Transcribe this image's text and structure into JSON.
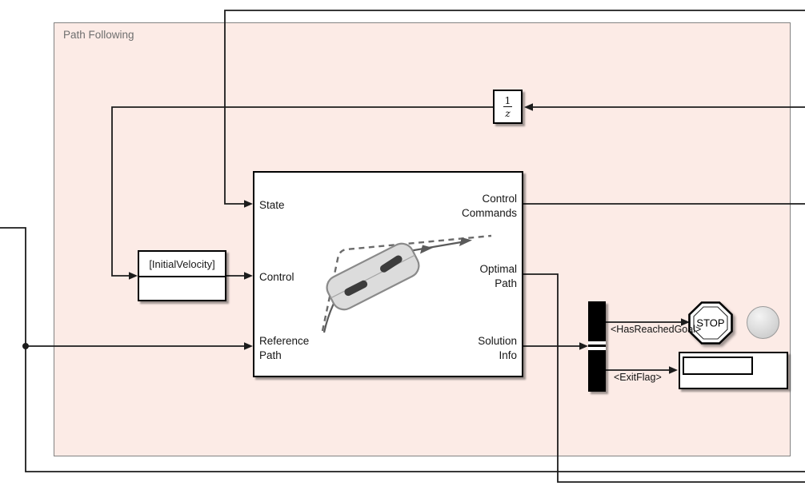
{
  "diagram": {
    "area_label": "Path Following"
  },
  "colors": {
    "area_fill": "#fcebe6",
    "area_border": "#828282",
    "wire": "#1c1c1c",
    "block_border": "#000000",
    "block_fill": "#ffffff",
    "bus_fill": "#000000"
  },
  "blocks": {
    "unit_delay": {
      "numerator": "1",
      "denominator": "z"
    },
    "from_tag": {
      "label": "[InitialVelocity]"
    },
    "planner": {
      "ports_in": [
        {
          "label": "State"
        },
        {
          "label": "Control"
        },
        {
          "label": "Reference\nPath"
        }
      ],
      "ports_out": [
        {
          "label": "Control\nCommands"
        },
        {
          "label": "Optimal\nPath"
        },
        {
          "label": "Solution\nInfo"
        }
      ]
    },
    "stop": {
      "label": "STOP"
    },
    "display": {
      "value": ""
    }
  },
  "signals": {
    "has_reached_goal": "<HasReachedGoal>",
    "exit_flag": "<ExitFlag>"
  }
}
